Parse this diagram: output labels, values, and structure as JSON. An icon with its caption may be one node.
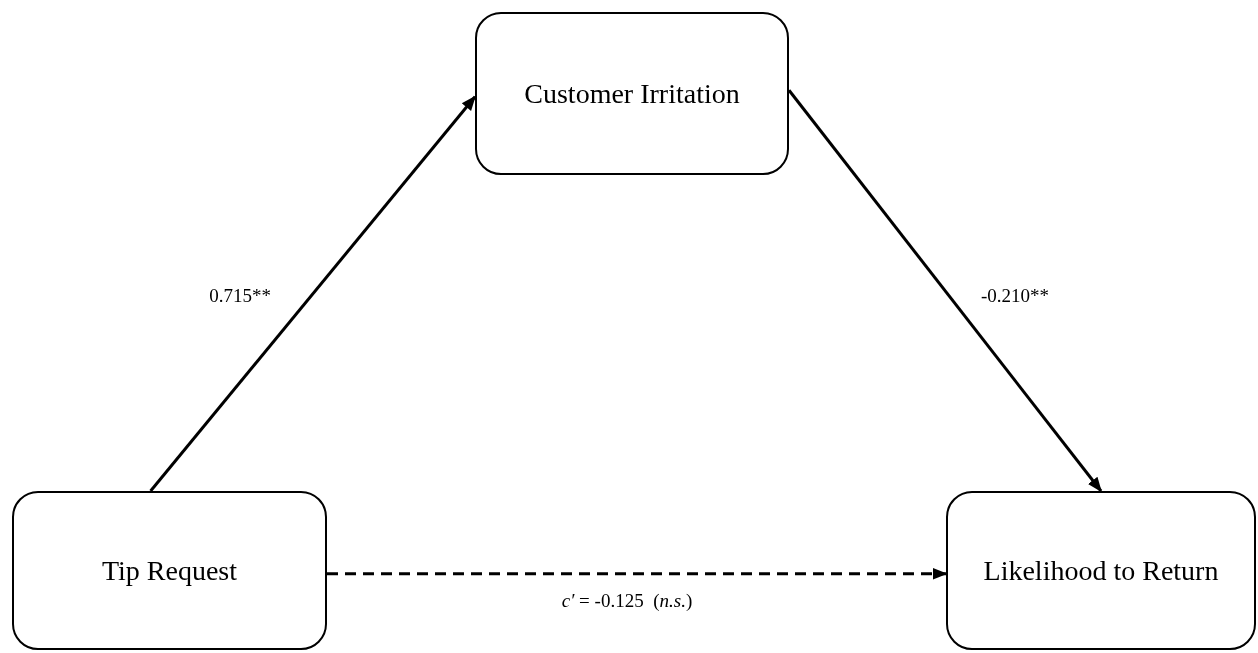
{
  "diagram": {
    "nodes": [
      {
        "text": [
          "Customer Irritation"
        ]
      },
      {
        "text": [
          "Tip Request"
        ]
      },
      {
        "text": [
          "Likelihood to Return"
        ]
      }
    ],
    "edges": [
      {
        "from": 1,
        "to": 0,
        "arrow": "to",
        "label": "0.715**"
      },
      {
        "from": 0,
        "to": 2,
        "arrow": "to",
        "label": "-0.210**"
      },
      {
        "from": 1,
        "to": 2,
        "arrow": "to",
        "style": "dashed",
        "label": "*c′* = -0.125  (*n.s.*)"
      }
    ]
  }
}
